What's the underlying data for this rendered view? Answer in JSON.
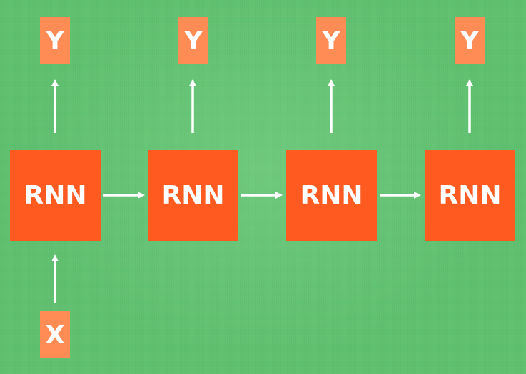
{
  "colors": {
    "background": "#5fc070",
    "rnn_box": "#ff5a1f",
    "io_box": "#ff8c55",
    "arrow": "#ffffff",
    "text": "#ffffff"
  },
  "diagram": {
    "rnn_cells": [
      {
        "label": "RNN"
      },
      {
        "label": "RNN"
      },
      {
        "label": "RNN"
      },
      {
        "label": "RNN"
      }
    ],
    "outputs": [
      {
        "label": "Y"
      },
      {
        "label": "Y"
      },
      {
        "label": "Y"
      },
      {
        "label": "Y"
      }
    ],
    "input": {
      "label": "X"
    }
  }
}
